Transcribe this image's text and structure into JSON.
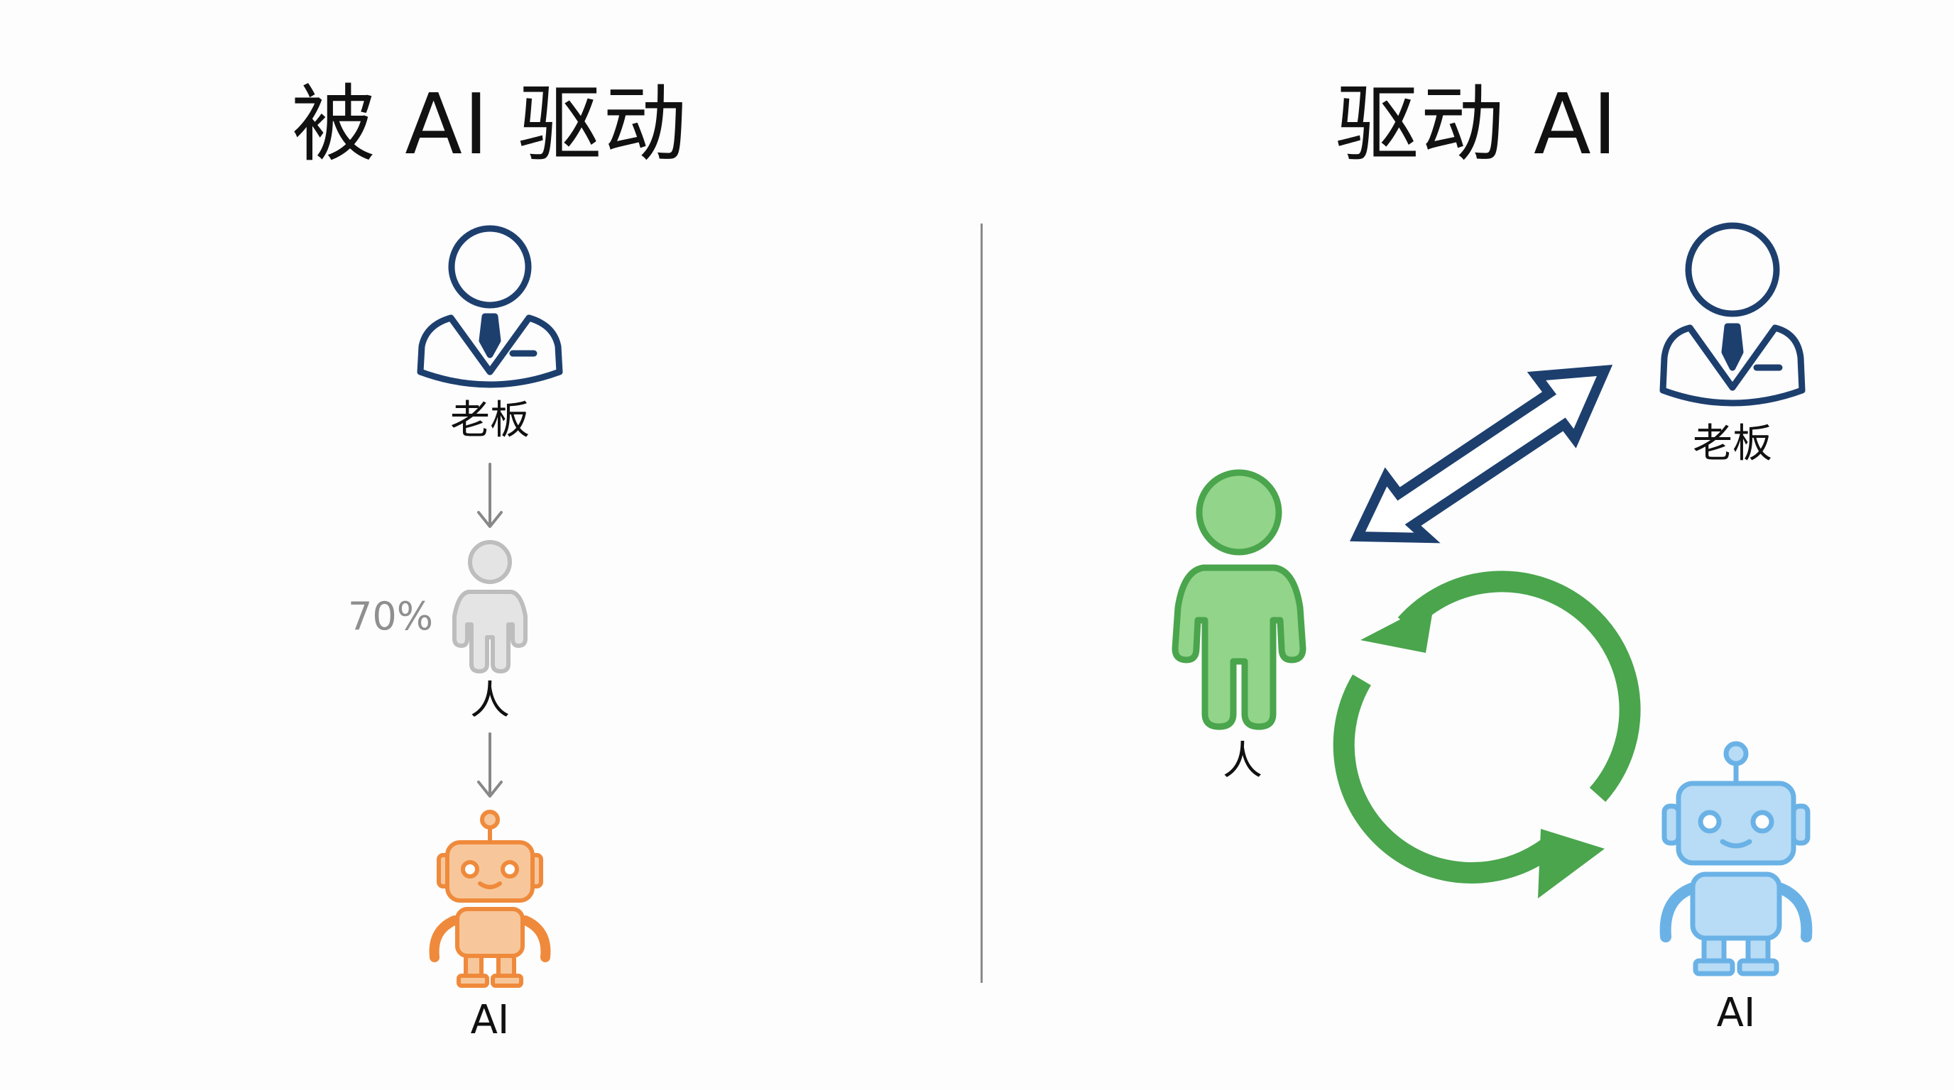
{
  "left_panel": {
    "title": "被 AI 驱动",
    "boss_label": "老板",
    "percent": "70%",
    "person_label": "人",
    "ai_label": "AI"
  },
  "right_panel": {
    "title": "驱动 AI",
    "boss_label": "老板",
    "person_label": "人",
    "ai_label": "AI"
  },
  "colors": {
    "boss": "#1d3f6e",
    "person_faded": "#bdbdbd",
    "ai_left": "#ef8a3c",
    "person_active": "#5aab4e",
    "ai_right": "#6ab2e6",
    "double_arrow": "#1d3f6e",
    "cycle_arrow": "#4aa54d",
    "connector": "#888888"
  }
}
